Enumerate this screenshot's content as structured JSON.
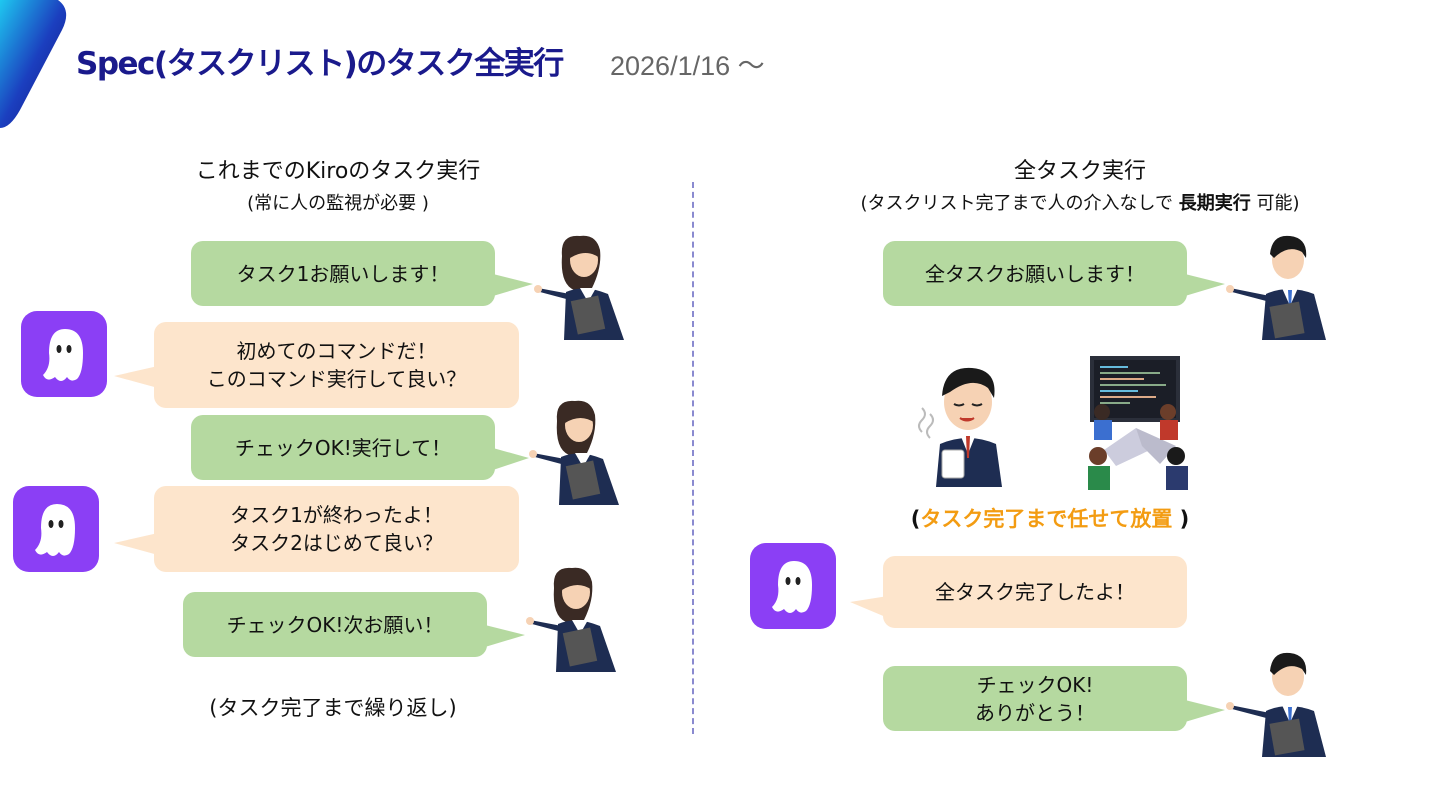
{
  "header": {
    "title": "Spec(タスクリスト)のタスク全実行",
    "date": "2026/1/16 ～"
  },
  "left": {
    "heading": "これまでのKiroのタスク実行",
    "subheading": "(常に人の監視が必要 )",
    "messages": [
      {
        "lines": [
          "タスク1お願いします！"
        ]
      },
      {
        "lines": [
          "初めてのコマンドだ！",
          "このコマンド実行して良い？"
        ]
      },
      {
        "lines": [
          "チェックOK!実行して！"
        ]
      },
      {
        "lines": [
          "タスク1が終わったよ！",
          "タスク2はじめて良い？"
        ]
      },
      {
        "lines": [
          "チェックOK!次お願い！"
        ]
      }
    ],
    "footer": "(タスク完了まで繰り返し)"
  },
  "right": {
    "heading": "全タスク実行",
    "subheading_pre": "(タスクリスト完了まで人の介入なしで ",
    "subheading_bold": "長期実行",
    "subheading_post": " 可能)",
    "messages": [
      {
        "lines": [
          "全タスクお願いします！"
        ]
      },
      {
        "lines": [
          "全タスク完了したよ！"
        ]
      },
      {
        "lines": [
          "チェックOK!",
          "ありがとう！"
        ]
      }
    ],
    "note_open": "(",
    "note": "タスク完了まで任せて放置",
    "note_close": " )"
  },
  "colors": {
    "title": "#1a1a8c",
    "accent_orange": "#f39c12",
    "user_bubble": "#b5d9a0",
    "kiro_bubble": "#fde5cc",
    "kiro_logo": "#8b3ff5",
    "divider": "#8a8ad0"
  },
  "icons": [
    "kiro-ghost-icon",
    "office-woman-with-tablet",
    "office-man-with-tablet",
    "relaxed-man-with-coffee",
    "team-at-computers-illustration"
  ]
}
